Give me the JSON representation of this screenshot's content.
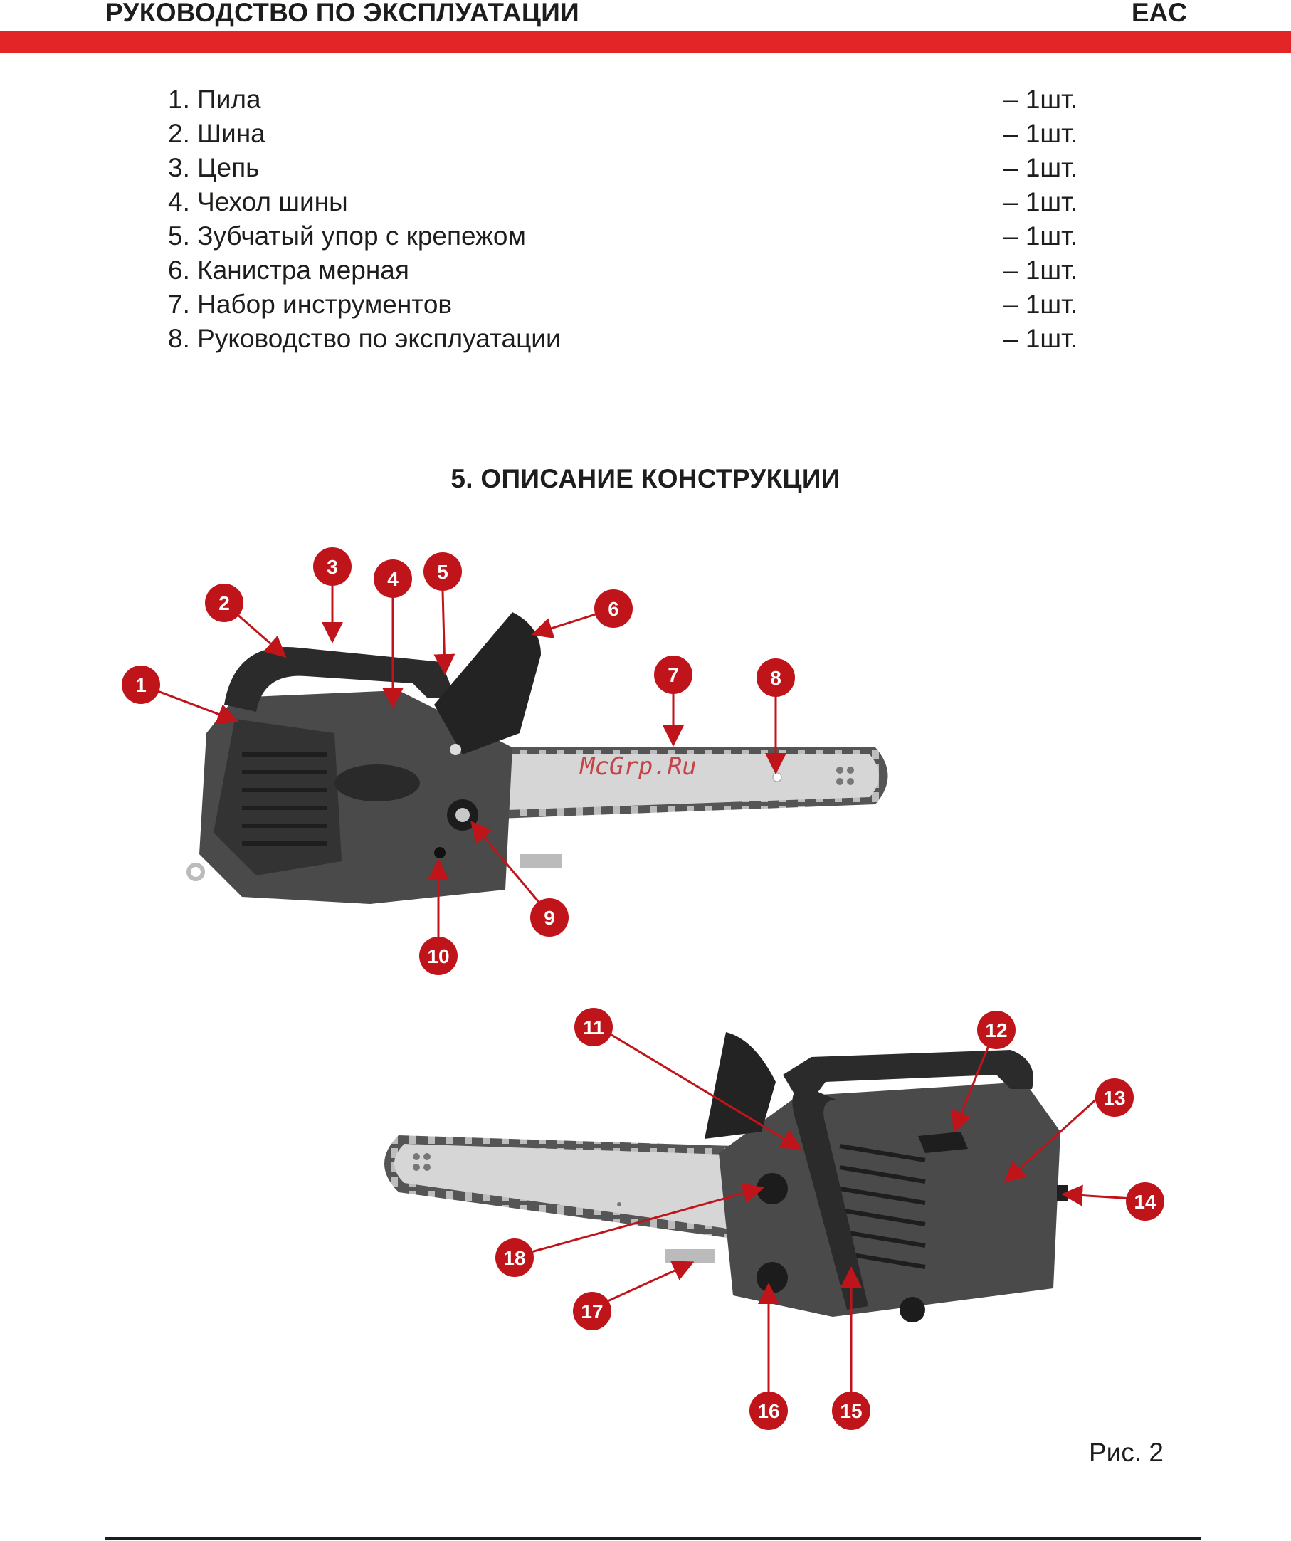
{
  "header": {
    "title": "РУКОВОДСТВО ПО ЭКСПЛУАТАЦИИ",
    "mark": "EAC"
  },
  "package": {
    "items": [
      {
        "name": "1. Пила",
        "qty": "– 1шт."
      },
      {
        "name": "2. Шина",
        "qty": "– 1шт."
      },
      {
        "name": "3. Цепь",
        "qty": "– 1шт."
      },
      {
        "name": "4. Чехол шины",
        "qty": "– 1шт."
      },
      {
        "name": "5. Зубчатый упор с крепежом",
        "qty": "– 1шт."
      },
      {
        "name": "6. Канистра мерная",
        "qty": "– 1шт."
      },
      {
        "name": "7. Набор инструментов",
        "qty": "– 1шт."
      },
      {
        "name": "8. Руководство по эксплуатации",
        "qty": "– 1шт."
      }
    ]
  },
  "section": {
    "title": "5. ОПИСАНИЕ КОНСТРУКЦИИ"
  },
  "figure": {
    "watermark": "McGrp.Ru",
    "caption": "Рис. 2",
    "accent_color": "#c0141b",
    "callouts": [
      "1",
      "2",
      "3",
      "4",
      "5",
      "6",
      "7",
      "8",
      "9",
      "10",
      "11",
      "12",
      "13",
      "14",
      "15",
      "16",
      "17",
      "18"
    ]
  }
}
